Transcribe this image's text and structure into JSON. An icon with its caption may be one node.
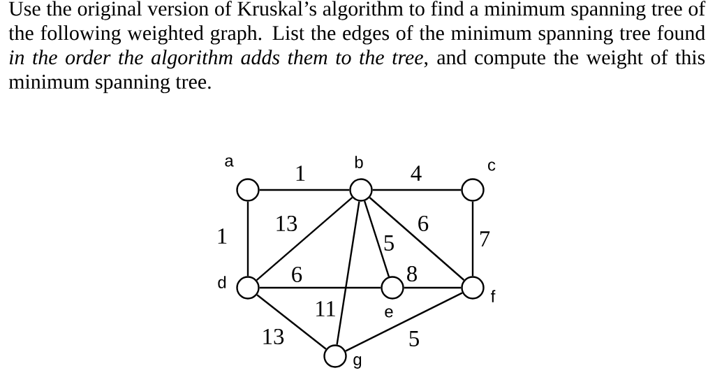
{
  "diagram": {
    "title": "Use the original version of Kruskal’s algorithm to find a minimum spanning tree of the following weighted graph. List the edges of the minimum spanning tree found *in the order the algorithm adds them to the tree*, and compute the weight of this minimum spanning tree.",
    "nodes": [
      {
        "text": [],
        "shape": "circle",
        "beside": [
          "a"
        ]
      },
      {
        "text": [],
        "shape": "circle",
        "beside": [
          "b"
        ]
      },
      {
        "text": [],
        "shape": "circle",
        "beside": [
          "c"
        ]
      },
      {
        "text": [],
        "shape": "circle",
        "beside": [
          "d"
        ]
      },
      {
        "text": [],
        "shape": "circle",
        "beside": [
          "e"
        ]
      },
      {
        "text": [],
        "shape": "circle",
        "beside": [
          "f"
        ]
      },
      {
        "text": [],
        "shape": "circle",
        "beside": [
          "g"
        ]
      }
    ],
    "edges": [
      {
        "from": 0,
        "to": 1,
        "arrow": "none",
        "label": "1"
      },
      {
        "from": 1,
        "to": 2,
        "arrow": "none",
        "label": "4"
      },
      {
        "from": 0,
        "to": 3,
        "arrow": "none",
        "label": "1"
      },
      {
        "from": 1,
        "to": 3,
        "arrow": "none",
        "label": "13"
      },
      {
        "from": 1,
        "to": 4,
        "arrow": "none",
        "label": "5"
      },
      {
        "from": 1,
        "to": 5,
        "arrow": "none",
        "label": "6"
      },
      {
        "from": 2,
        "to": 5,
        "arrow": "none",
        "label": "7"
      },
      {
        "from": 3,
        "to": 4,
        "arrow": "none",
        "label": "6"
      },
      {
        "from": 4,
        "to": 5,
        "arrow": "none",
        "label": "8"
      },
      {
        "from": 1,
        "to": 6,
        "arrow": "none",
        "label": "11"
      },
      {
        "from": 3,
        "to": 6,
        "arrow": "none",
        "label": "13"
      },
      {
        "from": 6,
        "to": 5,
        "arrow": "none",
        "label": "5"
      }
    ]
  }
}
